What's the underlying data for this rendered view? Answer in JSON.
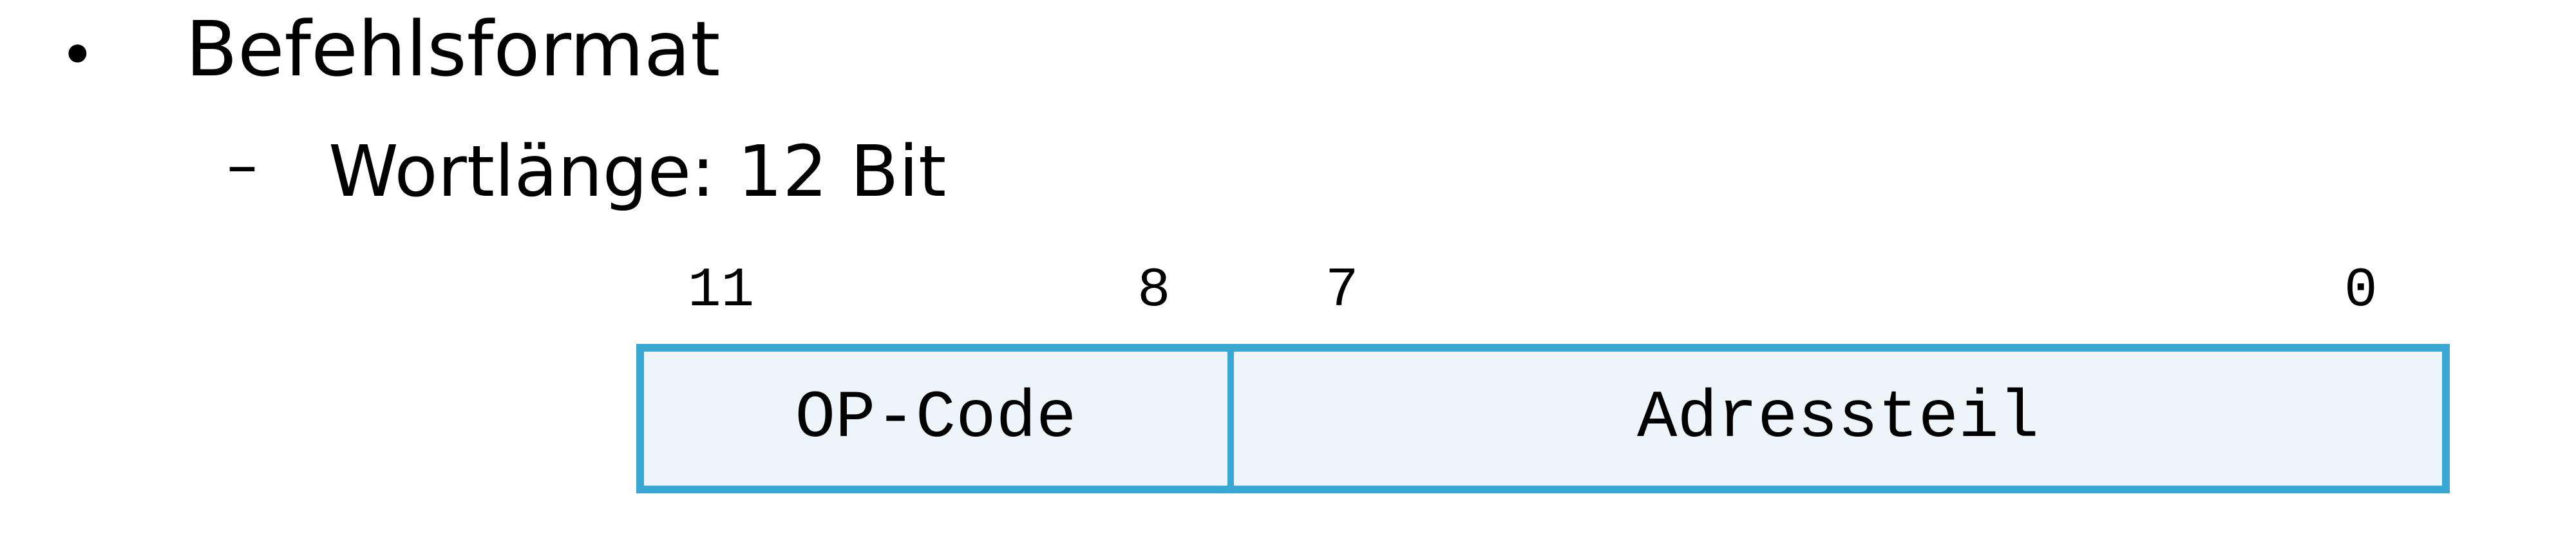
{
  "slide": {
    "bullet_marker": "•",
    "heading": "Befehlsformat",
    "sub_marker": "–",
    "subheading": "Wortlänge: 12 Bit"
  },
  "instruction_format": {
    "bit_labels": {
      "opcode_high": "11",
      "opcode_low": "8",
      "address_high": "7",
      "address_low": "0"
    },
    "fields": [
      {
        "label": "OP-Code",
        "high_bit": 11,
        "low_bit": 8
      },
      {
        "label": "Adressteil",
        "high_bit": 7,
        "low_bit": 0
      }
    ]
  },
  "colors": {
    "accent": "#3aa6d3",
    "fill": "#edf5fb"
  }
}
